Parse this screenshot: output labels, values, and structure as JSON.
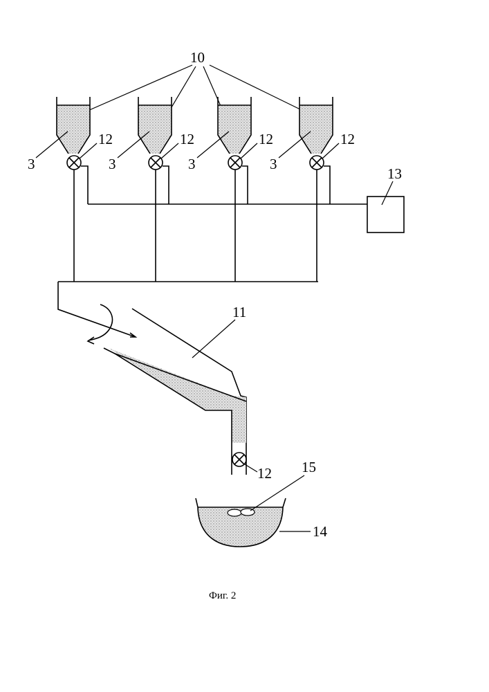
{
  "labels": {
    "bunkers_group": "10",
    "material": "3",
    "valve": "12",
    "controller": "13",
    "chute": "11",
    "valve_bottom": "12",
    "inclusions": "15",
    "ladle": "14"
  },
  "caption": "Фиг. 2"
}
